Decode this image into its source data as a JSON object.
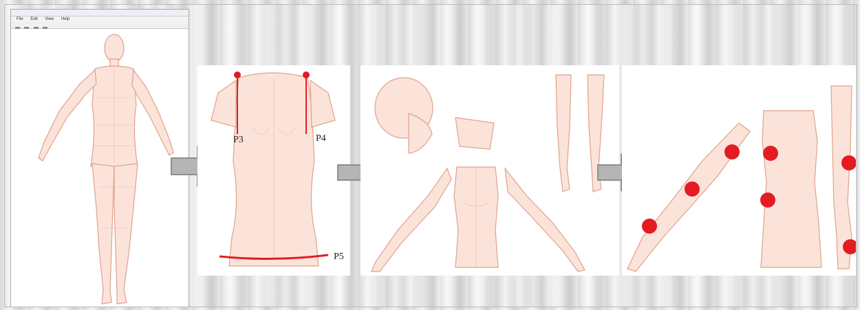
{
  "app": {
    "title": "",
    "menu": [
      "File",
      "Edit",
      "View",
      "Help"
    ]
  },
  "panel1": {
    "labels": {
      "p3": "P3",
      "p4": "P4",
      "p5": "P5"
    }
  },
  "colors": {
    "skin_line": "#e0a08c",
    "skin_fill": "#fbe3da",
    "marker": "#e31b23",
    "arrow_fill": "#b5b5b5",
    "arrow_stroke": "#8e8e8e"
  },
  "icons": [
    "arrow-right-icon"
  ]
}
